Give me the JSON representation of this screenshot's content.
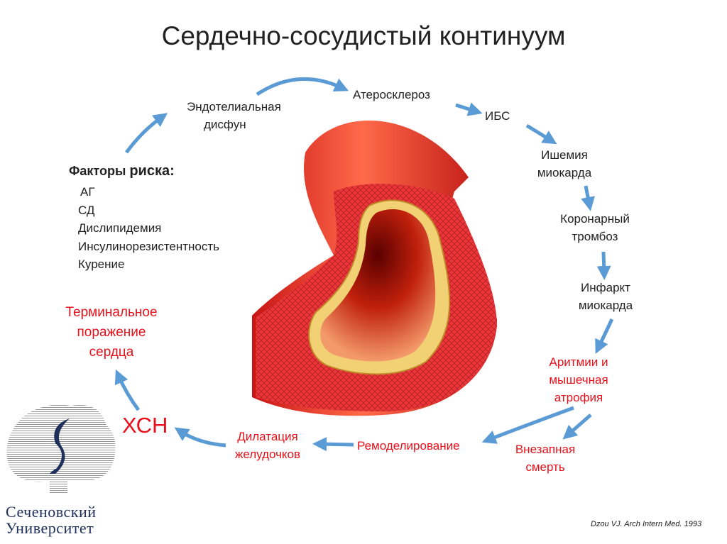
{
  "title": "Сердечно-сосудистый континуум",
  "nodes": {
    "endothelial": [
      "Эндотелиальная",
      "дисфун"
    ],
    "atherosclerosis": "Атеросклероз",
    "ibs": "ИБС",
    "ischemia": [
      "Ишемия",
      "миокарда"
    ],
    "thrombosis": [
      "Коронарный",
      "тромбоз"
    ],
    "infarction": [
      "Инфаркт",
      "миокарда"
    ],
    "arrhythmia": [
      "Аритмии и",
      "мышечная",
      "атрофия"
    ],
    "sudden_death": [
      "Внезапная",
      "смерть"
    ],
    "remodeling": "Ремоделирование",
    "dilatation": [
      "Дилатация",
      "желудочков"
    ],
    "chf": "ХСН",
    "terminal": [
      "Терминальное",
      "поражение",
      "сердца"
    ]
  },
  "risk_factors": {
    "heading_a": "Факторы ",
    "heading_b": "риска:",
    "items": [
      "АГ",
      "СД",
      "Дислипидемия",
      "Инсулинорезистентность",
      "Курение"
    ]
  },
  "logo": {
    "line1": "Сеченовский",
    "line2": "Университет"
  },
  "citation": "Dzou VJ. Arch Intern Med. 1993",
  "colors": {
    "arrow": "#5b9bd5",
    "red_text": "#e8101a",
    "logo": "#1d2f5a"
  }
}
